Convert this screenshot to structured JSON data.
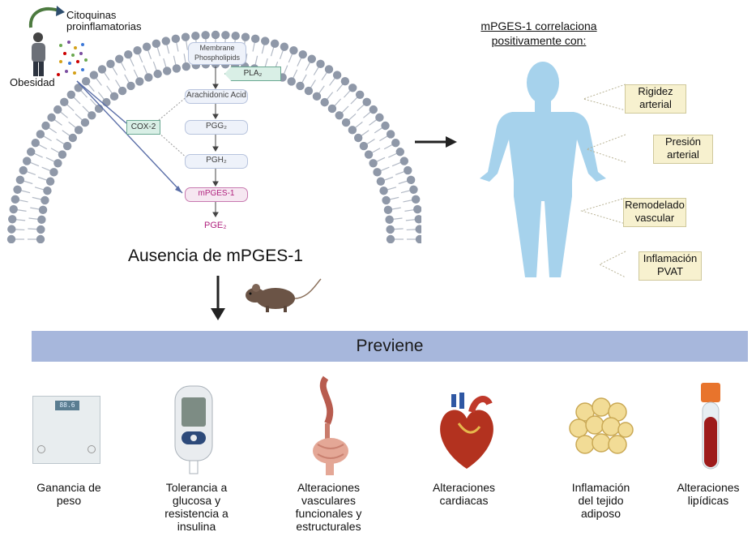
{
  "top_left": {
    "cytokines_label": "Citoquinas\nproinflamatorias",
    "obesity_label": "Obesidad"
  },
  "pathway": {
    "membrane": "Membrane\nPhospholipids",
    "pla2": "PLA₂",
    "arachidonic": "Arachidonic Acid",
    "cox2": "COX-2",
    "pgg2": "PGG₂",
    "pgh2": "PGH₂",
    "mpges": "mPGES-1",
    "pge2": "PGE₂"
  },
  "absence_label": "Ausencia de mPGES-1",
  "correlation_title": "mPGES-1 correlaciona positivamente con:",
  "effects": [
    {
      "label": "Rigidez\narterial"
    },
    {
      "label": "Presión\narterial"
    },
    {
      "label": "Remodelado\nvascular"
    },
    {
      "label": "Inflamación\nPVAT"
    }
  ],
  "banner_label": "Previene",
  "outcomes": [
    {
      "label": "Ganancia de\npeso",
      "icon": "scale-icon",
      "scale_reading": "88.6"
    },
    {
      "label": "Tolerancia a\nglucosa y\nresistencia a\ninsulina",
      "icon": "glucometer-icon"
    },
    {
      "label": "Alteraciones\nvasculares\nfuncionales y\nestructurales",
      "icon": "intestine-vessel-icon"
    },
    {
      "label": "Alteraciones\ncardiacas",
      "icon": "heart-icon"
    },
    {
      "label": "Inflamación\ndel tejido\nadiposo",
      "icon": "adipose-tissue-icon"
    },
    {
      "label": "Alteraciones\nlipídicas",
      "icon": "blood-tube-icon"
    }
  ],
  "colors": {
    "membrane_head": "#8f98a8",
    "banner": "#a7b7dc",
    "body": "#a6d2ec",
    "effect_box": "#f7f1cf",
    "cox_tag": "#d9efe6"
  }
}
